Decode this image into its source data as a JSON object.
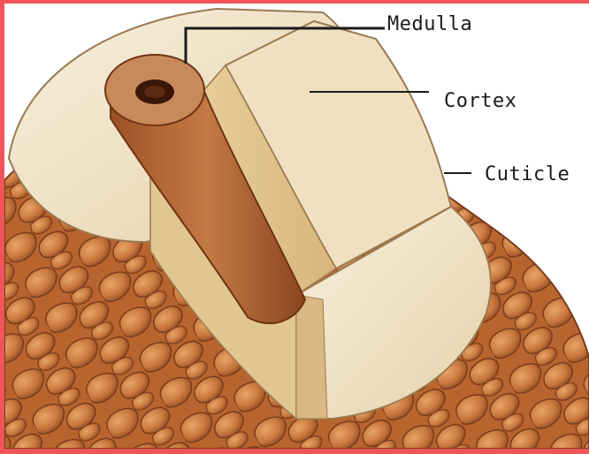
{
  "diagram": {
    "labels": {
      "medulla": "Medulla",
      "cortex": "Cortex",
      "cuticle": "Cuticle"
    },
    "colors": {
      "border": "#f2545b",
      "medulla": "#b2673a",
      "cortex": "#e9d2a8",
      "cortex_end": "#f4ead6",
      "cuticle_scale": "#c9773e",
      "leader_line": "#1a1a1a"
    }
  }
}
